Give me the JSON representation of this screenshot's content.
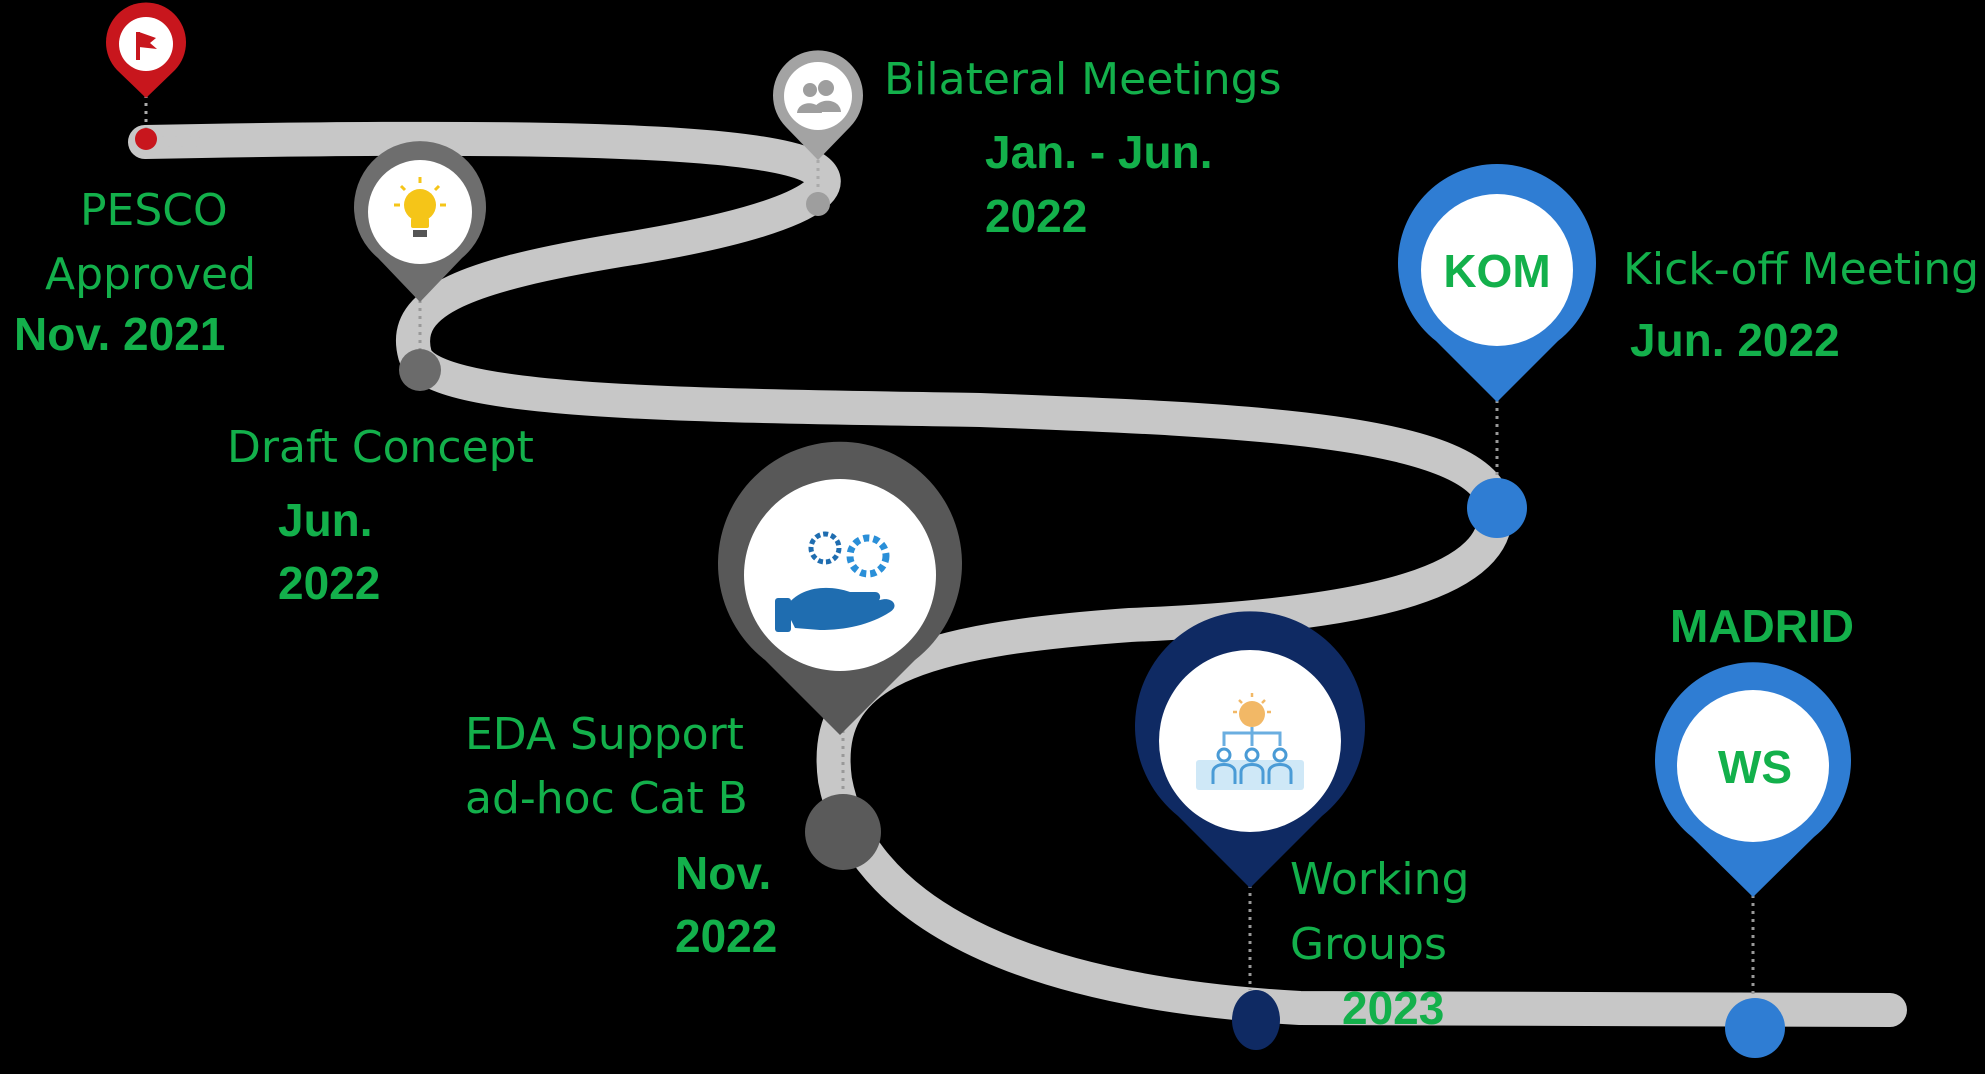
{
  "milestones": {
    "pesco": {
      "title_line1": "PESCO",
      "title_line2": "Approved",
      "date": "Nov. 2021",
      "icon": "flag-icon",
      "color": "#c8161d"
    },
    "bilateral": {
      "title": "Bilateral Meetings",
      "date_line1": "Jan. - Jun.",
      "date_line2": "2022",
      "icon": "people-icon",
      "color": "#9e9e9e"
    },
    "draft": {
      "title": "Draft Concept",
      "date_line1": "Jun.",
      "date_line2": "2022",
      "icon": "lightbulb-icon",
      "color": "#6e6e6e"
    },
    "kom": {
      "badge": "KOM",
      "title": "Kick-off Meeting",
      "date": "Jun. 2022",
      "color": "#2f7dd3"
    },
    "eda": {
      "title_line1": "EDA Support",
      "title_line2": "ad-hoc Cat B",
      "date_line1": "Nov.",
      "date_line2": "2022",
      "icon": "hand-gears-icon",
      "color": "#585858"
    },
    "working_groups": {
      "title_line1": "Working",
      "title_line2": "Groups",
      "date": "2023",
      "icon": "team-idea-icon",
      "color": "#0f2a63"
    },
    "madrid": {
      "label": "MADRID",
      "badge": "WS",
      "color": "#2f7dd3"
    }
  },
  "colors": {
    "text": "#13b04b",
    "road": "#c7c7c7"
  }
}
